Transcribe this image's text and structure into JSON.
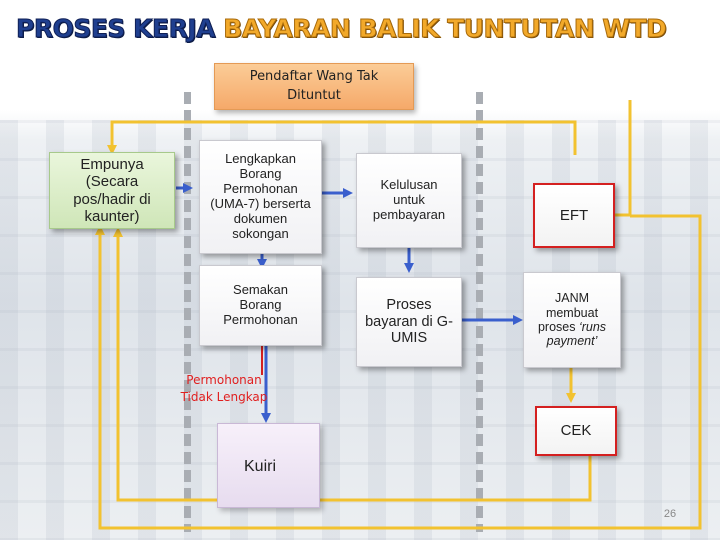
{
  "title": {
    "part1": "PROSES KERJA",
    "part2": "BAYARAN BALIK TUNTUTAN WTD"
  },
  "nodes": {
    "pendaftar": "Pendaftar Wang Tak Dituntut",
    "empunya": "Empunya (Secara pos/hadir di kaunter)",
    "lengkapkan": "Lengkapkan Borang Permohonan (UMA-7) berserta dokumen sokongan",
    "kelulusan": "Kelulusan untuk pembayaran",
    "eft": "EFT",
    "semakan": "Semakan Borang Permohonan",
    "proses": "Proses bayaran di G-UMIS",
    "janm_main": "JANM membuat proses ",
    "janm_italic": "‘runs payment’",
    "permohonan_tidak_lengkap": "Permohonan Tidak Lengkap",
    "kuiri": "Kuiri",
    "cek": "CEK"
  },
  "page_number": "26",
  "colors": {
    "title_blue": "#1f3f8f",
    "title_orange": "#f2a92a",
    "connector_yellow": "#f2c230",
    "arrow_blue": "#3a5fcd",
    "alert_red": "#d42020"
  }
}
